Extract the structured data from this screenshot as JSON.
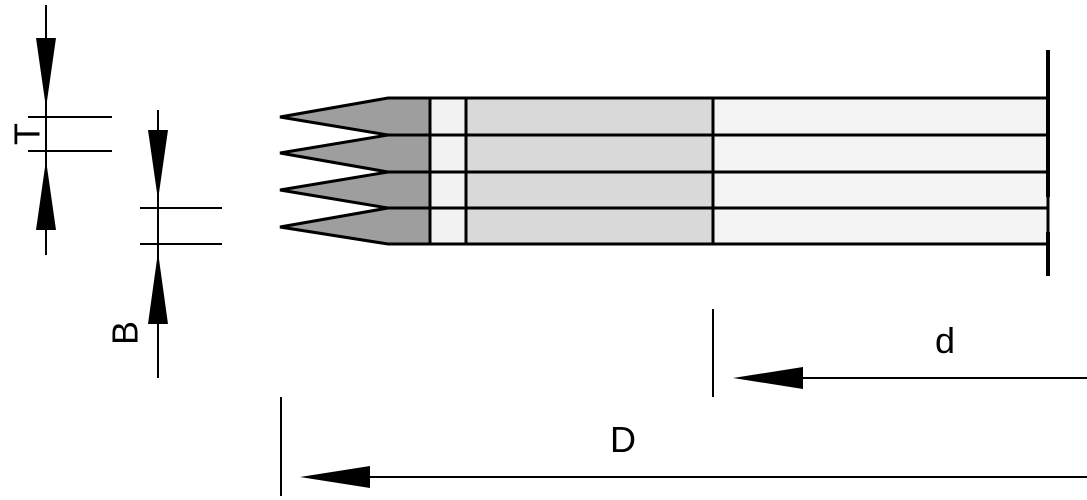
{
  "labels": {
    "t": "T",
    "b": "B",
    "d_small": "d",
    "d_large": "D"
  },
  "colors": {
    "stroke": "#000000",
    "tip": "#9e9e9e",
    "ferrule": "#d9d9d9",
    "band": "#f2f2f2",
    "handle": "#f4f4f4",
    "background": "#ffffff"
  },
  "strip_count": 4
}
